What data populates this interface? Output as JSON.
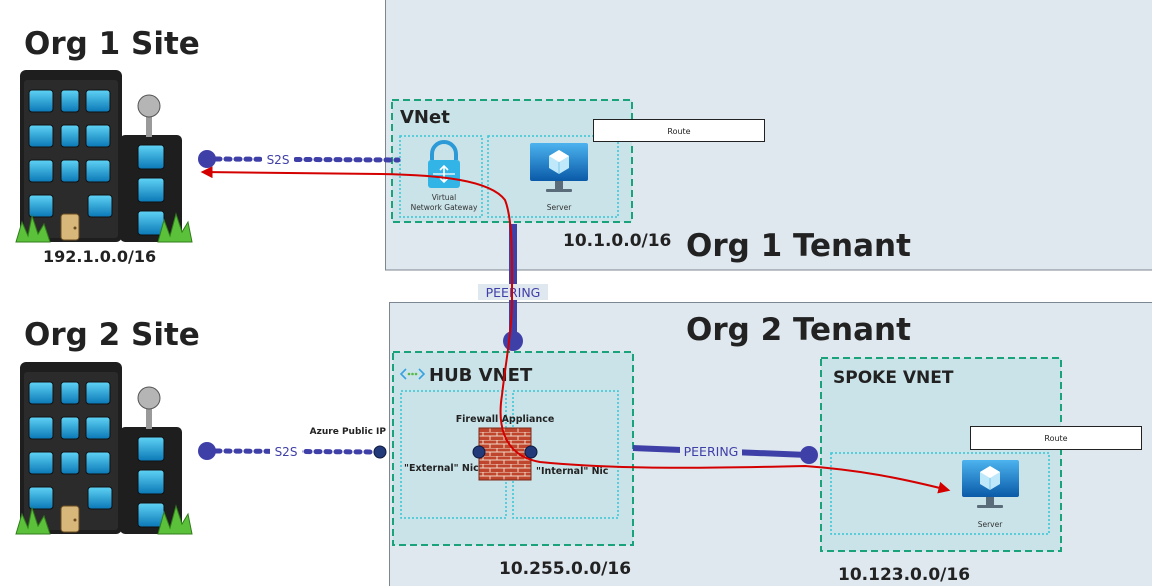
{
  "org1": {
    "site_label": "Org 1 Site",
    "site_cidr": "192.1.0.0/16",
    "tenant_label": "Org 1 Tenant",
    "vnet_label": "VNet",
    "vnet_cidr": "10.1.0.0/16",
    "gateway_label_line1": "Virtual",
    "gateway_label_line2": "Network Gateway",
    "server_label": "Server",
    "route_label": "Route",
    "s2s_label": "S2S"
  },
  "org2": {
    "site_label": "Org 2 Site",
    "tenant_label": "Org 2 Tenant",
    "public_ip_label": "Azure Public IP",
    "s2s_label": "S2S",
    "hub": {
      "label": "HUB VNET",
      "cidr": "10.255.0.0/16",
      "firewall_label": "Firewall Appliance",
      "external_nic_label": "\"External\" Nic",
      "internal_nic_label": "\"Internal\" Nic"
    },
    "spoke": {
      "label": "SPOKE VNET",
      "cidr": "10.123.0.0/16",
      "route_label": "Route",
      "server_label": "Server"
    }
  },
  "peering": {
    "tenant_peering_label": "PEERING",
    "hub_spoke_peering_label": "PEERING"
  },
  "colors": {
    "tenant_fill": "#dfe7ef",
    "vnet_fill": "#c9e3e8",
    "dashed_green": "#1aa37a",
    "dotted_cyan": "#36c6d6",
    "connector_blue": "#3f3fa8",
    "route_red": "#d40000"
  }
}
